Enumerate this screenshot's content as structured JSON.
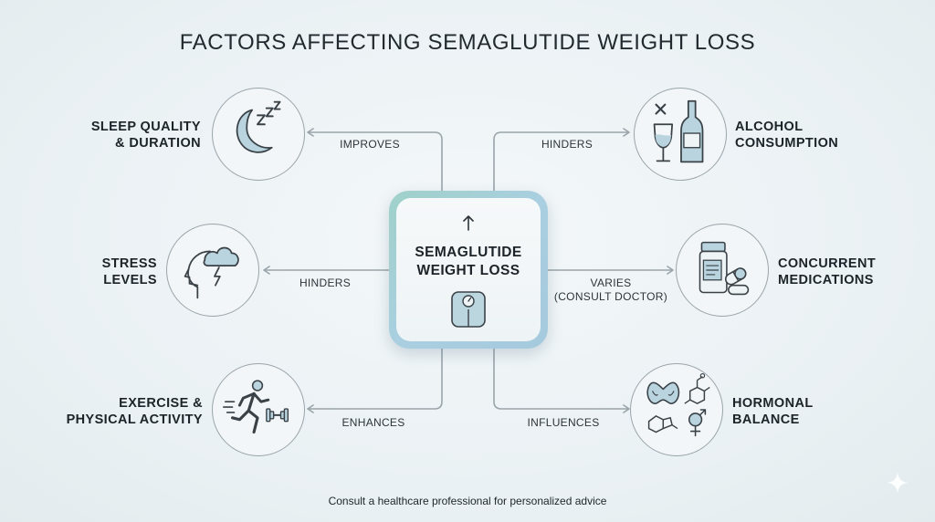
{
  "title": "FACTORS AFFECTING SEMAGLUTIDE WEIGHT LOSS",
  "center": {
    "line1": "SEMAGLUTIDE",
    "line2": "WEIGHT LOSS",
    "icon": "bathroom-scale-icon"
  },
  "factors": [
    {
      "id": "sleep",
      "line1": "SLEEP QUALITY",
      "line2": "& DURATION",
      "relation": "IMPROVES",
      "icon": "moon-zzz-icon"
    },
    {
      "id": "stress",
      "line1": "STRESS",
      "line2": "LEVELS",
      "relation": "HINDERS",
      "icon": "head-storm-icon"
    },
    {
      "id": "exercise",
      "line1": "EXERCISE &",
      "line2": "PHYSICAL ACTIVITY",
      "relation": "ENHANCES",
      "icon": "runner-dumbbell-icon"
    },
    {
      "id": "alcohol",
      "line1": "ALCOHOL",
      "line2": "CONSUMPTION",
      "relation": "HINDERS",
      "icon": "wine-bottle-cross-icon"
    },
    {
      "id": "medications",
      "line1": "CONCURRENT",
      "line2": "MEDICATIONS",
      "relation": "VARIES",
      "relation2": "(CONSULT DOCTOR)",
      "icon": "pill-bottle-icon"
    },
    {
      "id": "hormonal",
      "line1": "HORMONAL",
      "line2": "BALANCE",
      "relation": "INFLUENCES",
      "icon": "thyroid-molecule-icon"
    }
  ],
  "footer": "Consult a healthcare professional for personalized advice",
  "colors": {
    "line": "#9aa4aa",
    "icon_stroke": "#3a4248",
    "icon_fill": "#b9d4df",
    "center_border_start": "#9fd1c9",
    "center_border_end": "#a6c9dd"
  }
}
